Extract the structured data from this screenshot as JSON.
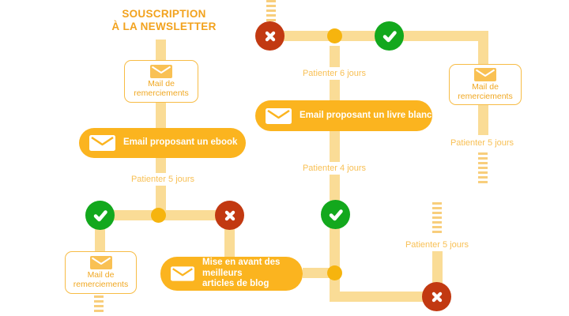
{
  "title": {
    "line1": "SOUSCRIPTION",
    "line2": "À LA NEWSLETTER"
  },
  "colors": {
    "line": "#FADC96",
    "dash": "#F8CE7C",
    "dot": "#F6B40E",
    "pill": "#FBB41F",
    "pill_text": "#FFFFFF",
    "title": "#F2A21D",
    "box_border": "#F7BC45",
    "box_text": "#F0A823",
    "wait_text": "#F8C055",
    "check_green": "#13A81D",
    "cross_red": "#C23911",
    "envelope_fill": "#F9C154"
  },
  "branch_left": {
    "thanks_top": {
      "line1": "Mail de",
      "line2": "remerciements"
    },
    "ebook_pill": "Email proposant un ebook",
    "wait_5_days": "Patienter 5 jours",
    "thanks_bottom": {
      "line1": "Mail de",
      "line2": "remerciements"
    },
    "blog_pill": {
      "line1": "Mise en avant des meilleurs",
      "line2": "articles de blog"
    }
  },
  "branch_middle": {
    "wait_6_days": "Patienter 6 jours",
    "whitepaper_pill": "Email proposant un livre blanc",
    "wait_4_days": "Patienter 4 jours",
    "wait_5_days_bottom": "Patienter 5 jours"
  },
  "branch_right": {
    "thanks": {
      "line1": "Mail de",
      "line2": "remerciements"
    },
    "wait_5_days": "Patienter 5 jours"
  }
}
